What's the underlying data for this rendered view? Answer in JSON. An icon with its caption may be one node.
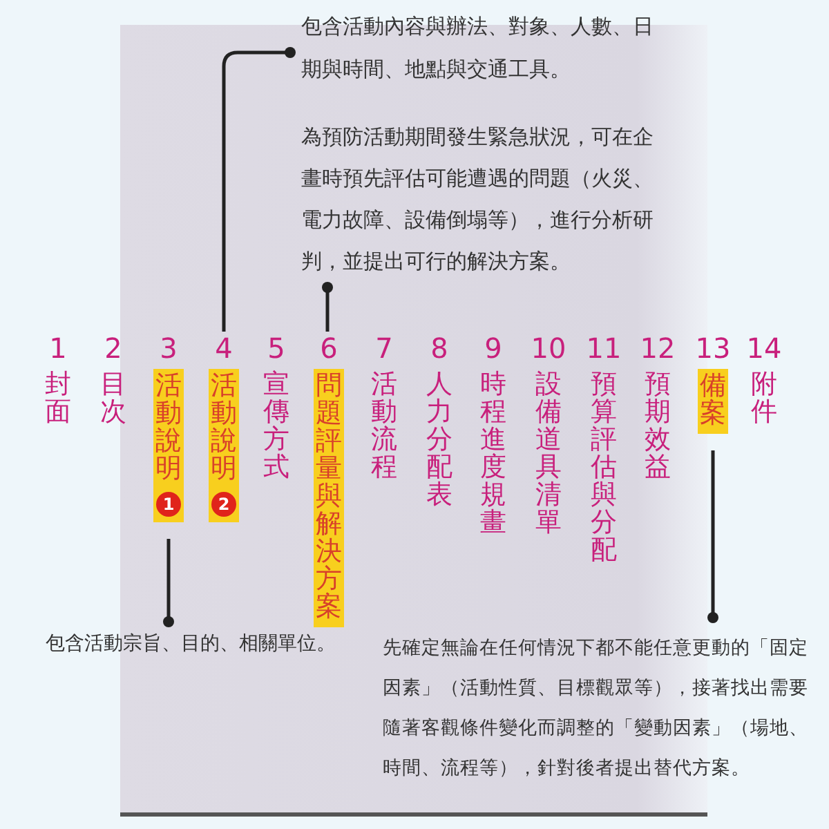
{
  "diagram": {
    "nodes": [
      {
        "text": [
          "包含活動內容與辦法、對象、人數、日期與時間、地點與交通工具。"
        ]
      },
      {
        "text": [
          "為預防活動期間發生緊急狀況，可在企畫時預先評估可能遭遇的問題（火災、電力故障、設備倒塌等），進行分析研判，並提出可行的解決方案。"
        ]
      },
      {
        "text": [
          "1",
          "封面"
        ]
      },
      {
        "text": [
          "2",
          "目次"
        ]
      },
      {
        "text": [
          "3",
          "活動說明",
          "1"
        ]
      },
      {
        "text": [
          "4",
          "活動說明",
          "2"
        ]
      },
      {
        "text": [
          "5",
          "宣傳方式"
        ]
      },
      {
        "text": [
          "6",
          "問題評量與解決方案"
        ]
      },
      {
        "text": [
          "7",
          "活動流程"
        ]
      },
      {
        "text": [
          "8",
          "人力分配表"
        ]
      },
      {
        "text": [
          "9",
          "時程進度規畫"
        ]
      },
      {
        "text": [
          "10",
          "設備道具清單"
        ]
      },
      {
        "text": [
          "11",
          "預算評估與分配"
        ]
      },
      {
        "text": [
          "12",
          "預期效益"
        ]
      },
      {
        "text": [
          "13",
          "備案"
        ]
      },
      {
        "text": [
          "14",
          "附件"
        ]
      },
      {
        "text": [
          "包含活動宗旨、目的、相關單位。"
        ]
      },
      {
        "text": [
          "先確定無論在任何情況下都不能任意更動的「固定因素」（活動性質、目標觀眾等），接著找出需要隨著客觀條件變化而調整的「變動因素」（場地、時間、流程等），針對後者提出替代方案。"
        ]
      }
    ],
    "edges": [
      {
        "from": 0,
        "to": 5,
        "arrow": "other"
      },
      {
        "from": 1,
        "to": 7,
        "arrow": "other"
      },
      {
        "from": 16,
        "to": 4,
        "arrow": "other"
      },
      {
        "from": 17,
        "to": 14,
        "arrow": "other"
      }
    ]
  }
}
